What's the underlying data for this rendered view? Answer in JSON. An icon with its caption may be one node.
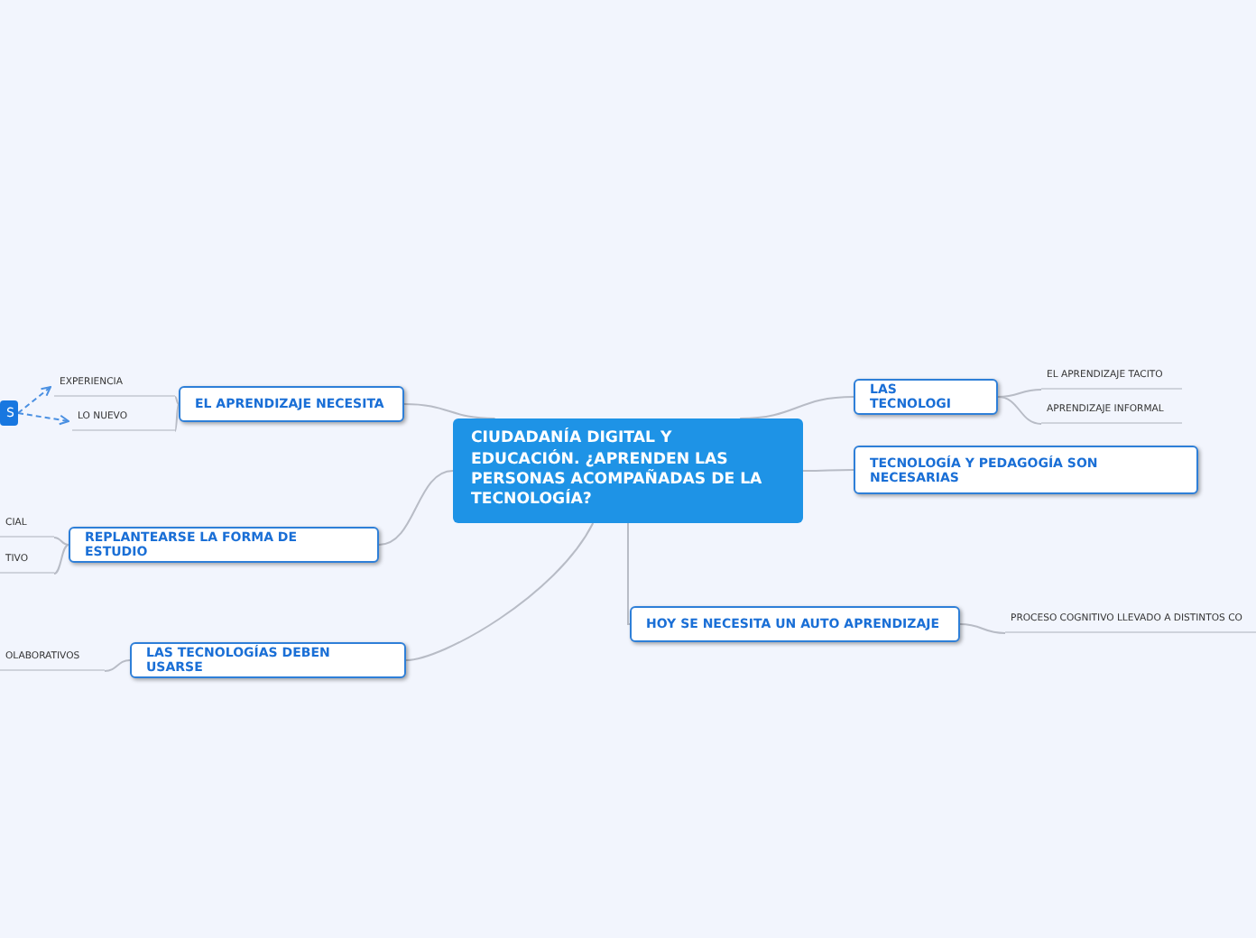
{
  "diagram": {
    "nodes": [
      {
        "text": [
          "CIUDADANÍA DIGITAL Y EDUCACIÓN. ¿APRENDEN LAS PERSONAS ACOMPAÑADAS DE LA TECNOLOGÍA?"
        ]
      },
      {
        "text": [
          "EL APRENDIZAJE NECESITA"
        ]
      },
      {
        "text": [
          "EXPERIENCIA"
        ]
      },
      {
        "text": [
          "LO NUEVO"
        ]
      },
      {
        "text": [
          "S"
        ]
      },
      {
        "text": [
          "REPLANTEARSE LA FORMA DE ESTUDIO"
        ]
      },
      {
        "text": [
          "CIAL"
        ]
      },
      {
        "text": [
          "TIVO"
        ]
      },
      {
        "text": [
          "LAS TECNOLOGÍAS DEBEN USARSE"
        ]
      },
      {
        "text": [
          "OLABORATIVOS"
        ]
      },
      {
        "text": [
          "LAS TECNOLOGI"
        ]
      },
      {
        "text": [
          "EL APRENDIZAJE TACITO"
        ]
      },
      {
        "text": [
          "APRENDIZAJE INFORMAL"
        ]
      },
      {
        "text": [
          "TECNOLOGÍA Y PEDAGOGÍA SON NECESARIAS"
        ]
      },
      {
        "text": [
          "HOY SE NECESITA UN AUTO APRENDIZAJE"
        ]
      },
      {
        "text": [
          "PROCESO COGNITIVO LLEVADO A DISTINTOS CO"
        ]
      }
    ],
    "edges": [
      {
        "from": 0,
        "to": 1,
        "arrow": "none"
      },
      {
        "from": 1,
        "to": 2,
        "arrow": "none"
      },
      {
        "from": 1,
        "to": 3,
        "arrow": "none"
      },
      {
        "from": 4,
        "to": 2,
        "arrow": "to",
        "style": "dashed",
        "color": "#4a90e2"
      },
      {
        "from": 4,
        "to": 3,
        "arrow": "to",
        "style": "dashed",
        "color": "#4a90e2"
      },
      {
        "from": 0,
        "to": 5,
        "arrow": "none"
      },
      {
        "from": 5,
        "to": 6,
        "arrow": "none"
      },
      {
        "from": 5,
        "to": 7,
        "arrow": "none"
      },
      {
        "from": 0,
        "to": 8,
        "arrow": "none"
      },
      {
        "from": 8,
        "to": 9,
        "arrow": "none"
      },
      {
        "from": 0,
        "to": 10,
        "arrow": "none"
      },
      {
        "from": 10,
        "to": 11,
        "arrow": "none"
      },
      {
        "from": 10,
        "to": 12,
        "arrow": "none"
      },
      {
        "from": 0,
        "to": 13,
        "arrow": "none"
      },
      {
        "from": 0,
        "to": 14,
        "arrow": "none"
      },
      {
        "from": 14,
        "to": 15,
        "arrow": "none"
      }
    ]
  }
}
